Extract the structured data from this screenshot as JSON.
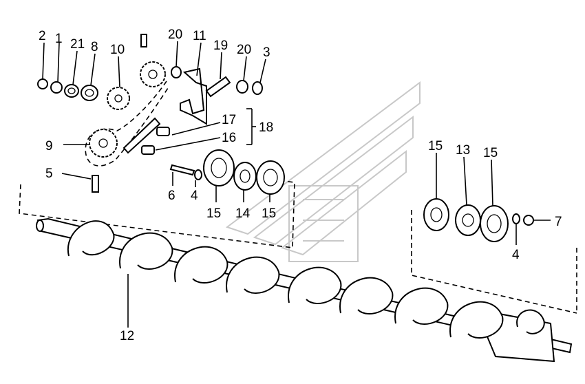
{
  "diagram": {
    "callouts": {
      "c1": "1",
      "c2": "2",
      "c3": "3",
      "c4a": "4",
      "c4b": "4",
      "c5": "5",
      "c6": "6",
      "c7": "7",
      "c8": "8",
      "c9": "9",
      "c10": "10",
      "c11": "11",
      "c12": "12",
      "c13": "13",
      "c14": "14",
      "c15a": "15",
      "c15b": "15",
      "c15c": "15",
      "c15d": "15",
      "c16": "16",
      "c17": "17",
      "c18": "18",
      "c19": "19",
      "c20a": "20",
      "c20b": "20",
      "c21": "21"
    }
  }
}
